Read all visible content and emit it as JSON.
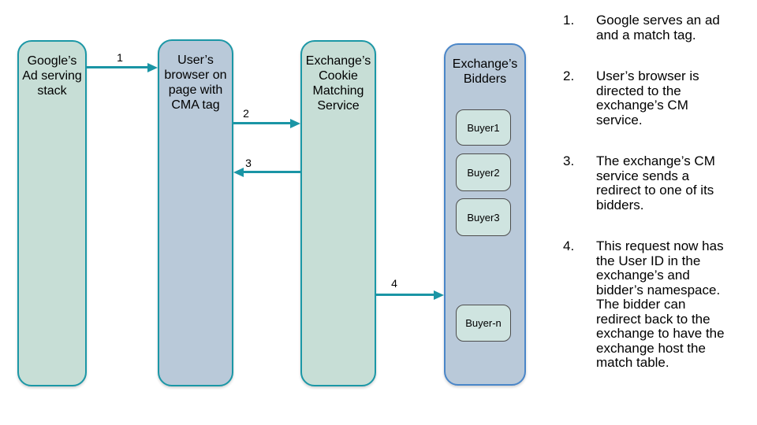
{
  "colors": {
    "green_fill": "#c7ded6",
    "blue_fill": "#b9c9d9",
    "teal_border": "#1b97a6",
    "blue_border": "#4a86c8",
    "buyer_fill": "#cfe4e0",
    "buyer_border": "#4d4d4d",
    "arrow": "#1a95a5",
    "text": "#000000"
  },
  "diagram": {
    "nodes": [
      {
        "id": "google-ad-serving-stack",
        "label": "Google’s\nAd serving\nstack",
        "variant": "green"
      },
      {
        "id": "user-browser",
        "label": "User’s\nbrowser on\npage with\nCMA tag",
        "variant": "blue-teal"
      },
      {
        "id": "exchange-cookie-matching-service",
        "label": "Exchange’s\nCookie\nMatching\nService",
        "variant": "green"
      },
      {
        "id": "exchange-bidders",
        "label": "Exchange’s\nBidders",
        "variant": "blue",
        "buyers": [
          "Buyer1",
          "Buyer2",
          "Buyer3",
          "Buyer-n"
        ]
      }
    ],
    "arrows": [
      {
        "label": "1",
        "from": "google-ad-serving-stack",
        "to": "user-browser",
        "direction": "right"
      },
      {
        "label": "2",
        "from": "user-browser",
        "to": "exchange-cookie-matching-service",
        "direction": "right"
      },
      {
        "label": "3",
        "from": "exchange-cookie-matching-service",
        "to": "user-browser",
        "direction": "left"
      },
      {
        "label": "4",
        "from": "exchange-cookie-matching-service",
        "to": "exchange-bidders",
        "direction": "right"
      }
    ]
  },
  "steps": [
    {
      "number": "1.",
      "text": "Google serves an ad\nand a match tag."
    },
    {
      "number": "2.",
      "text": "User’s browser is\ndirected to the\nexchange’s CM\nservice."
    },
    {
      "number": "3.",
      "text": "The exchange’s CM\nservice sends a\nredirect to one of its\nbidders."
    },
    {
      "number": "4.",
      "text": "This request now has\nthe User ID in the\nexchange’s and\nbidder’s namespace.\nThe bidder can\nredirect back to the\nexchange to have the\nexchange host the\nmatch table."
    }
  ]
}
